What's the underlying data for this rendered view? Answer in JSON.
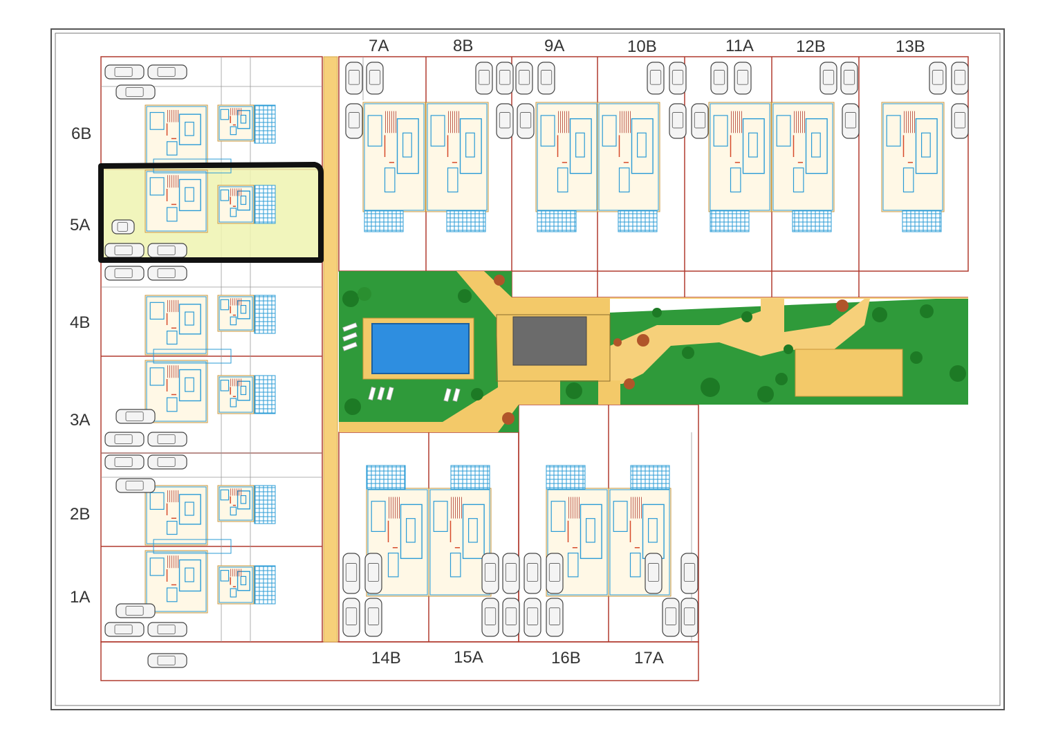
{
  "labels": {
    "left": [
      "6B",
      "5A",
      "4B",
      "3A",
      "2B",
      "1A"
    ],
    "top": [
      "7A",
      "8B",
      "9A",
      "10B",
      "11A",
      "12B",
      "13B"
    ],
    "bottom": [
      "14B",
      "15A",
      "16B",
      "17A"
    ]
  },
  "colors": {
    "frame": "#555555",
    "lot_line": "#b03a2e",
    "path": "#f6d07a",
    "lawn": "#2f9a3a",
    "pool": "#2e8ee0",
    "pool_deck": "#f3c969",
    "roof": "#6b6b6b",
    "plan_line": "#2a9bd6",
    "highlight": "#eef3b0",
    "highlight_border": "#111111",
    "tree": "#1d7a25",
    "tree_accent": "#b0552a"
  },
  "highlighted_unit": "5A"
}
